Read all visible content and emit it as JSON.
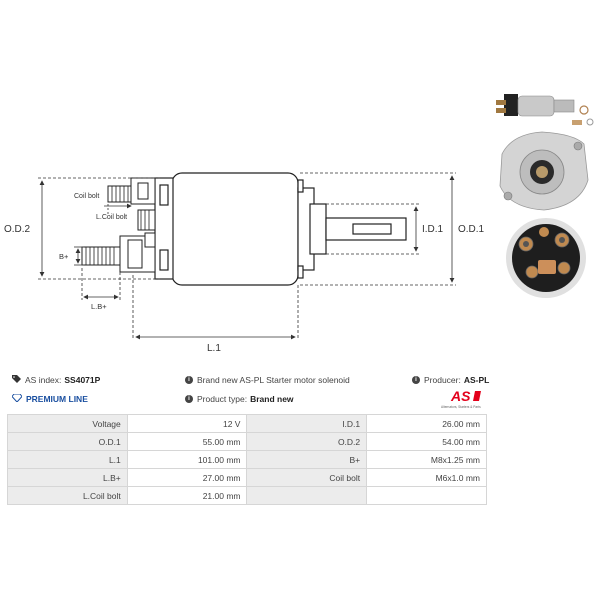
{
  "diagram": {
    "labels": {
      "od2": "O.D.2",
      "od1": "O.D.1",
      "id1": "I.D.1",
      "l1": "L.1",
      "lb": "L.B+",
      "bplus": "B+",
      "coil_bolt": "Coil bolt",
      "lcoil_bolt": "L.Coil bolt"
    }
  },
  "info": {
    "as_index_label": "AS index:",
    "as_index_value": "SS4071P",
    "description": "Brand new AS-PL Starter motor solenoid",
    "producer_label": "Producer:",
    "producer_value": "AS-PL",
    "premium_line": "PREMIUM LINE",
    "product_type_label": "Product type:",
    "product_type_value": "Brand new"
  },
  "logo": {
    "text": "AS",
    "tagline": "Alternators, Starters & Parts",
    "color": "#e3001b"
  },
  "specs": [
    [
      {
        "label": "Voltage",
        "value": "12 V"
      },
      {
        "label": "I.D.1",
        "value": "26.00 mm"
      }
    ],
    [
      {
        "label": "O.D.1",
        "value": "55.00 mm"
      },
      {
        "label": "O.D.2",
        "value": "54.00 mm"
      }
    ],
    [
      {
        "label": "L.1",
        "value": "101.00 mm"
      },
      {
        "label": "B+",
        "value": "M8x1.25 mm"
      }
    ],
    [
      {
        "label": "L.B+",
        "value": "27.00 mm"
      },
      {
        "label": "Coil bolt",
        "value": "M6x1.0 mm"
      }
    ],
    [
      {
        "label": "L.Coil bolt",
        "value": "21.00 mm"
      },
      {
        "label": "",
        "value": ""
      }
    ]
  ]
}
